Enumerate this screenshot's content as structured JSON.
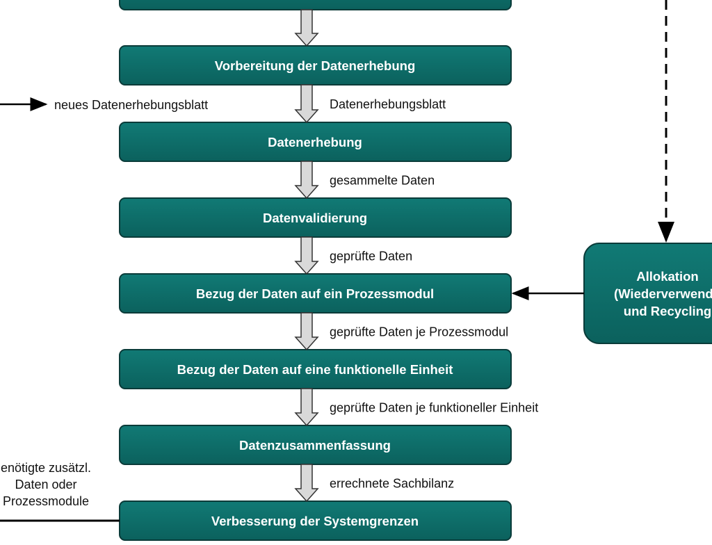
{
  "colors": {
    "box_fill": "#0d6e6a",
    "box_stroke": "#0a3b39",
    "arrow_fill": "#d9d9d9"
  },
  "steps": [
    {
      "label": ""
    },
    {
      "label": "Vorbereitung der Datenerhebung"
    },
    {
      "label": "Datenerhebung"
    },
    {
      "label": "Datenvalidierung"
    },
    {
      "label": "Bezug der Daten auf ein Prozessmodul"
    },
    {
      "label": "Bezug der Daten auf eine funktionelle Einheit"
    },
    {
      "label": "Datenzusammenfassung"
    },
    {
      "label": "Verbesserung der Systemgrenzen"
    }
  ],
  "flows": [
    "",
    "Datenerhebungsblatt",
    "gesammelte Daten",
    "geprüfte Daten",
    "geprüfte Daten je Prozessmodul",
    "geprüfte Daten je funktioneller Einheit",
    "errechnete Sachbilanz"
  ],
  "left_input": "neues Datenerhebungsblatt",
  "left_note": [
    "enötigte zusätzl.",
    "Daten oder",
    "Prozessmodule"
  ],
  "allocation": [
    "Allokation",
    "(Wiederverwendu",
    "und Recycling"
  ]
}
